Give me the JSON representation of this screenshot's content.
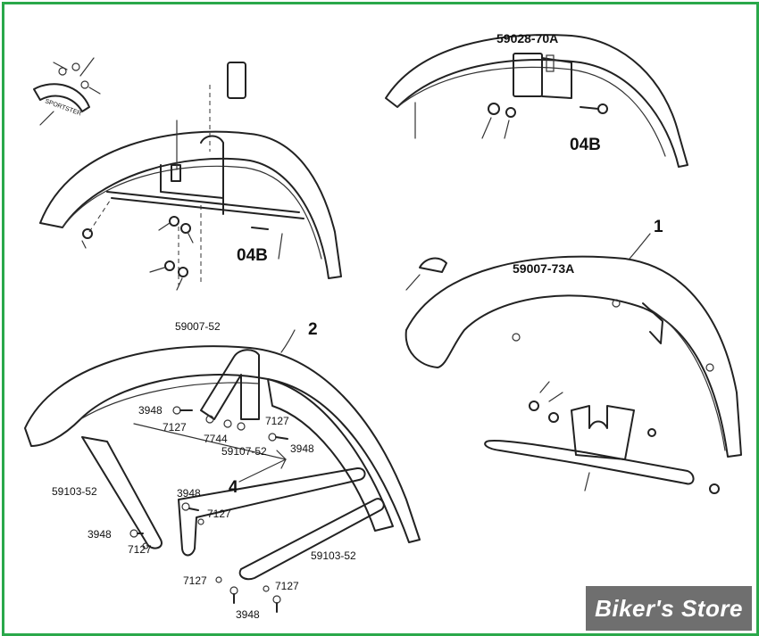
{
  "callouts": {
    "upper_left_04b": "04B",
    "upper_right_part": "59028-70A",
    "upper_right_04b": "04B",
    "item_1": "1",
    "item_1_part": "59007-73A",
    "item_2": "2",
    "item_2_part": "59007-52",
    "item_4": "4",
    "item_4_part": "59107-52",
    "brace_left_part": "59103-52",
    "brace_right_part": "59103-52",
    "kit_3948_a": "3948",
    "kit_7127_a": "7127",
    "kit_7744": "7744",
    "kit_7127_b": "7127",
    "kit_3948_b": "3948",
    "left_3948_a": "3948",
    "left_7127_a": "7127",
    "left_3948_b": "3948",
    "left_7127_b": "7127",
    "bottom_7127_a": "7127",
    "bottom_7127_b": "7127",
    "bottom_3948": "3948"
  },
  "emblem_text": "SPORTSTER",
  "logo": {
    "text": "Biker's Store"
  },
  "colors": {
    "frame": "#2aa84a",
    "logo_bg": "#6f6f6f",
    "ink": "#222222"
  }
}
